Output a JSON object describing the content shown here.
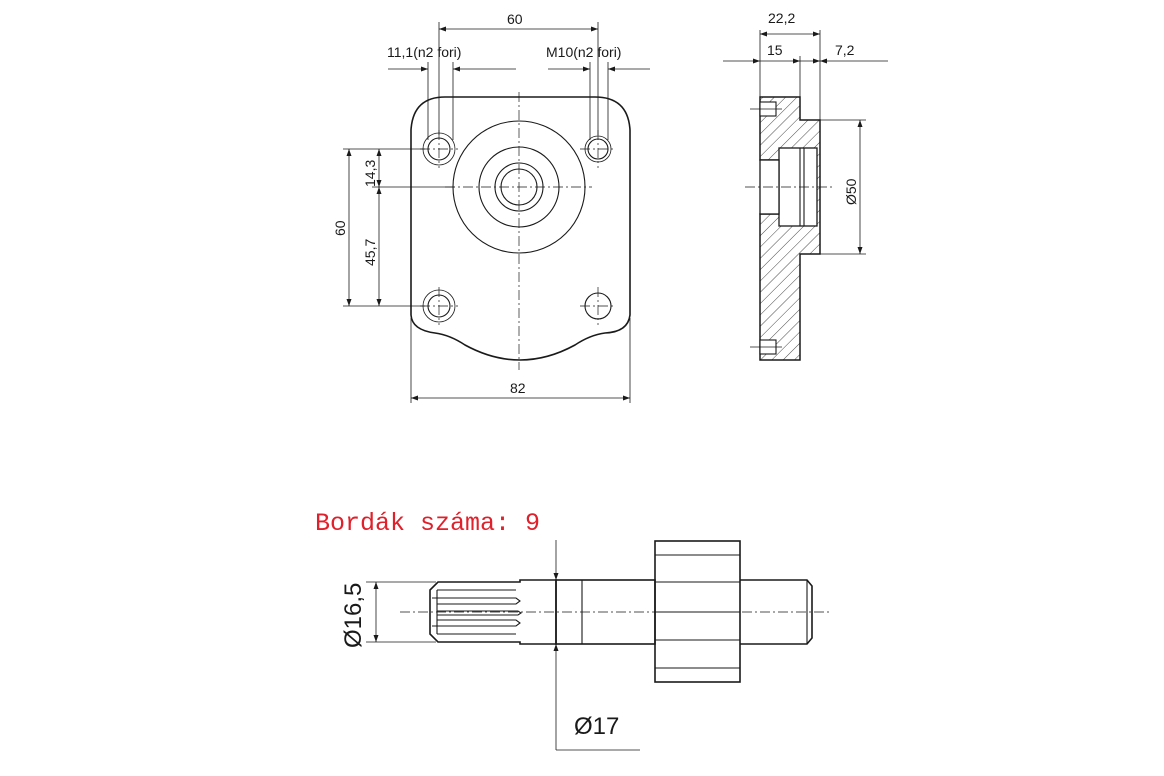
{
  "flange_front": {
    "dim_top_spacing": "60",
    "dim_left_hole": "11,1(n2 fori)",
    "dim_right_hole": "M10(n2 fori)",
    "dim_height_total": "60",
    "dim_upper_offset": "14,3",
    "dim_lower_offset": "45,7",
    "dim_width": "82"
  },
  "flange_side": {
    "dim_total_depth": "22,2",
    "dim_flange_depth": "15",
    "dim_spigot_depth": "7,2",
    "dim_spigot_diameter": "Ø50"
  },
  "shaft": {
    "note": "Bordák száma: 9",
    "dim_spline_diameter": "Ø16,5",
    "dim_shaft_diameter": "Ø17"
  }
}
